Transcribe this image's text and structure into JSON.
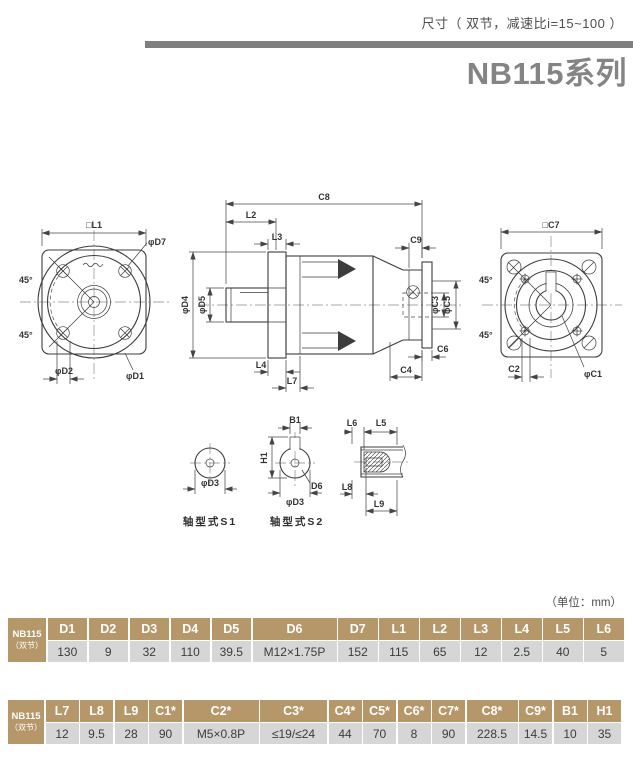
{
  "page": {
    "subtitle": "尺寸（ 双节，减速比i=15~100 ）",
    "title": "NB115系列",
    "unit_note": "（单位：mm）"
  },
  "drawing": {
    "front_view": {
      "l1": "□L1",
      "d7": "φD7",
      "angle_upper": "45°",
      "angle_lower": "45°",
      "d2": "φD2",
      "d1": "φD1"
    },
    "side_view": {
      "c8": "C8",
      "l2": "L2",
      "l3": "L3",
      "c9": "C9",
      "d4": "φD4",
      "d5": "φD5",
      "c3": "φC3",
      "c5": "φC5",
      "c6": "C6",
      "c4": "C4",
      "l4": "L4",
      "l7": "L7"
    },
    "rear_view": {
      "c7": "□C7",
      "angle_upper": "45°",
      "angle_lower": "45°",
      "c2": "C2",
      "c1": "φC1"
    },
    "shaft_s1": {
      "d3": "φD3",
      "caption": "轴型式S1"
    },
    "shaft_s2": {
      "b1": "B1",
      "h1": "H1",
      "d6": "D6",
      "d3": "φD3",
      "caption": "轴型式S2"
    },
    "shaft_side": {
      "l6": "L6",
      "l5": "L5",
      "l8": "L8",
      "l9": "L9"
    }
  },
  "table1": {
    "row_label": {
      "line1": "NB115",
      "line2": "（双节）"
    },
    "columns": [
      "D1",
      "D2",
      "D3",
      "D4",
      "D5",
      "D6",
      "D7",
      "L1",
      "L2",
      "L3",
      "L4",
      "L5",
      "L6"
    ],
    "values": [
      "130",
      "9",
      "32",
      "110",
      "39.5",
      "M12×1.75P",
      "152",
      "115",
      "65",
      "12",
      "2.5",
      "40",
      "5"
    ]
  },
  "table2": {
    "row_label": {
      "line1": "NB115",
      "line2": "（双节）"
    },
    "columns": [
      "L7",
      "L8",
      "L9",
      "C1*",
      "C2*",
      "C3*",
      "C4*",
      "C5*",
      "C6*",
      "C7*",
      "C8*",
      "C9*",
      "B1",
      "H1"
    ],
    "values": [
      "12",
      "9.5",
      "28",
      "90",
      "M5×0.8P",
      "≤19/≤24",
      "44",
      "70",
      "8",
      "90",
      "228.5",
      "14.5",
      "10",
      "35"
    ]
  },
  "colors": {
    "accent": "#b5976a",
    "row_bg": "#d6d6d6",
    "bar": "#7f7f7f",
    "title": "#848484"
  }
}
